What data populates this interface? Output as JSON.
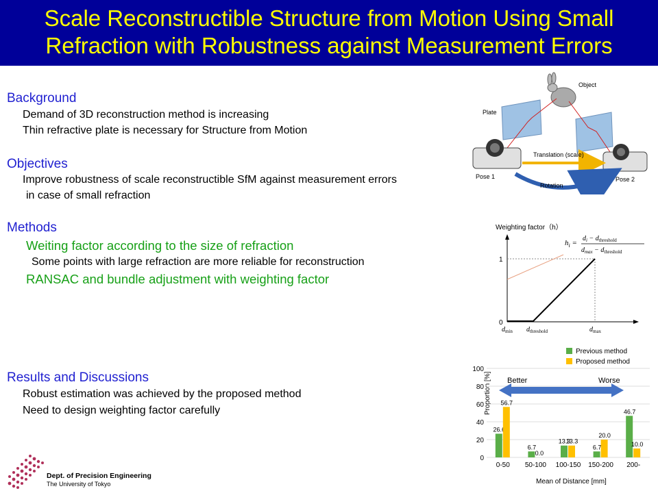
{
  "title": {
    "line1": "Scale Reconstructible Structure from Motion Using Small",
    "line2": "Refraction with Robustness against Measurement Errors"
  },
  "background": {
    "heading": "Background",
    "items": [
      "Demand of 3D reconstruction method is increasing",
      "Thin refractive plate is necessary for Structure from Motion"
    ]
  },
  "objectives": {
    "heading": "Objectives",
    "items": [
      "Improve robustness of scale reconstructible SfM against measurement errors",
      "in case of small refraction"
    ]
  },
  "methods": {
    "heading": "Methods",
    "item1": "Weiting factor according to the size of refraction",
    "item1_sub": "Some points with large refraction are more reliable for reconstruction",
    "item2": "RANSAC and bundle adjustment with weighting factor"
  },
  "results": {
    "heading": "Results and Discussions",
    "items": [
      "Robust estimation was achieved by the proposed method",
      "Need to design weighting factor carefully"
    ]
  },
  "logo": {
    "dept": "Dept. of Precision Engineering",
    "univ": "The University of Tokyo"
  },
  "diagram": {
    "object": "Object",
    "plate": "Plate",
    "translation": "Translation (scale)",
    "rotation": "Rotation",
    "pose1": "Pose 1",
    "pose2": "Pose 2"
  },
  "weight_chart": {
    "ylabel": "Weighting factor（h）",
    "formula_lhs": "h",
    "formula_sub": "i",
    "numerator": "d",
    "numerator_tail": " − d",
    "denominator": "d",
    "denominator_tail": " − d",
    "sub_i": "i",
    "sub_threshold": "threshold",
    "sub_max": "max",
    "sub_min": "min",
    "tick_one": "1",
    "tick_zero": "0",
    "x_dmin": "d",
    "x_dthr": "d",
    "x_dmax": "d"
  },
  "chart_data": {
    "type": "bar",
    "categories": [
      "0-50",
      "50-100",
      "100-150",
      "150-200",
      "200-"
    ],
    "series": [
      {
        "name": "Previous method",
        "values": [
          26.6,
          6.7,
          13.3,
          6.7,
          46.7
        ],
        "color": "#5aae48"
      },
      {
        "name": "Proposed method",
        "values": [
          56.7,
          0.0,
          13.3,
          20.0,
          10.0
        ],
        "color": "#ffc000"
      }
    ],
    "value_labels": [
      [
        "26.6",
        "6.7",
        "13.3",
        "6.7",
        "46.7"
      ],
      [
        "56.7",
        "0.0",
        "13.3",
        "20.0",
        "10.0"
      ]
    ],
    "xlabel": "Mean of Distance [mm]",
    "ylabel": "Proportion [%]",
    "ylim": [
      0,
      100
    ],
    "yticks": [
      "0",
      "20",
      "40",
      "60",
      "80",
      "100"
    ],
    "better": "Better",
    "worse": "Worse",
    "legend_position": "top-right"
  }
}
